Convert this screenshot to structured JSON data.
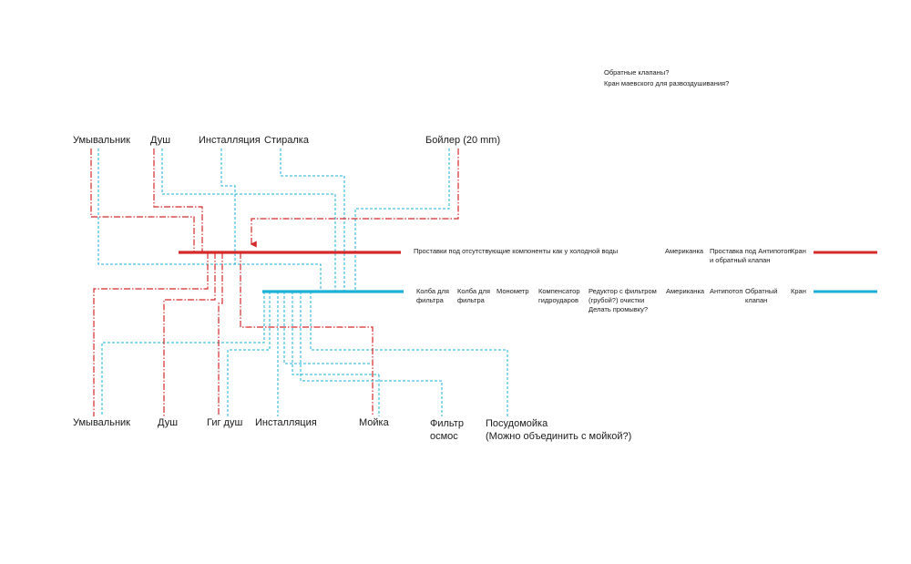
{
  "colors": {
    "hot": "#d42a2a",
    "cold": "#1bb0d8",
    "text": "#1a1a1a"
  },
  "notes": [
    "Обратные клапаны?",
    "Кран маевского для развоздушивания?"
  ],
  "sources": {
    "washbasin": "Умывальник",
    "shower": "Душ",
    "installation": "Инсталляция",
    "washer": "Стиралка",
    "boiler": "Бойлер (20 mm)"
  },
  "hot_main": {
    "note": "Проставки под отсутствующие компоненты как у холодной воды",
    "components": [
      "Американка",
      "Проставка под Антипотоп\nи обратный клапан",
      "Кран"
    ]
  },
  "cold_main": {
    "components": [
      "Колба для\nфильтра",
      "Колба для\nфильтра",
      "Монометр",
      "Компенсатор\nгидроударов",
      "Редуктор с фильтром\n(грубой?) очистки\nДелать промывку?",
      "Американка",
      "Антипотоп",
      "Обратный\nклапан",
      "Кран"
    ]
  },
  "outputs": {
    "washbasin": "Умывальник",
    "shower": "Душ",
    "hygienic_shower": "Гиг душ",
    "installation": "Инсталляция",
    "sink": "Мойка",
    "osmosis": "Фильтр\nосмос",
    "dishwasher": "Посудомойка\n(Можно объединить с мойкой?)"
  }
}
